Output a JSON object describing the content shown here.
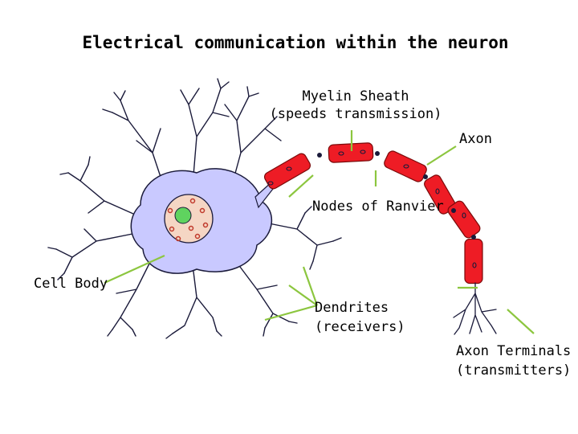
{
  "title": "Electrical communication within the neuron",
  "labels": {
    "myelin_sheath": "Myelin Sheath",
    "myelin_sheath_sub": "(speeds transmission)",
    "axon": "Axon",
    "nodes_of_ranvier": "Nodes of Ranvier",
    "cell_body": "Cell Body",
    "dendrites": "Dendrites",
    "dendrites_sub": "(receivers)",
    "axon_terminals": "Axon Terminals",
    "axon_terminals_sub": "(transmitters)"
  },
  "colors": {
    "cell_body": "#c9c9ff",
    "outline": "#1a1a3a",
    "myelin": "#ee1c25",
    "nucleus": "#f5d6c4",
    "nucleolus": "#5fd35f",
    "leader_line": "#8cc63f"
  }
}
